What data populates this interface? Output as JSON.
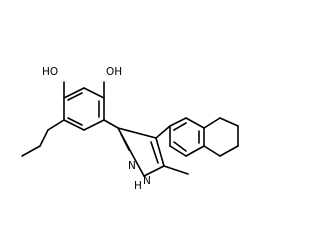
{
  "diagram": {
    "type": "chemical-structure",
    "atom_labels": {
      "oh_left": "HO",
      "oh_right": "OH",
      "n_upper": "N",
      "nh_lower": "H",
      "nh_n": "N"
    }
  }
}
